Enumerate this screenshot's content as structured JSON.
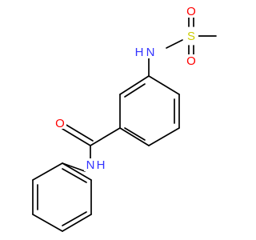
{
  "molecule": {
    "atoms": {
      "s": "S",
      "o_sulfonyl_top": "O",
      "o_sulfonyl_bottom": "O",
      "n_sulfonamide": "N",
      "h_sulfonamide": "H",
      "o_carbonyl": "O",
      "n_amide": "N",
      "h_amide": "H"
    },
    "colors": {
      "bond": "#000000",
      "nitrogen": "#3333ff",
      "oxygen": "#ff0000",
      "sulfur": "#cccc00",
      "background": "#ffffff"
    }
  }
}
